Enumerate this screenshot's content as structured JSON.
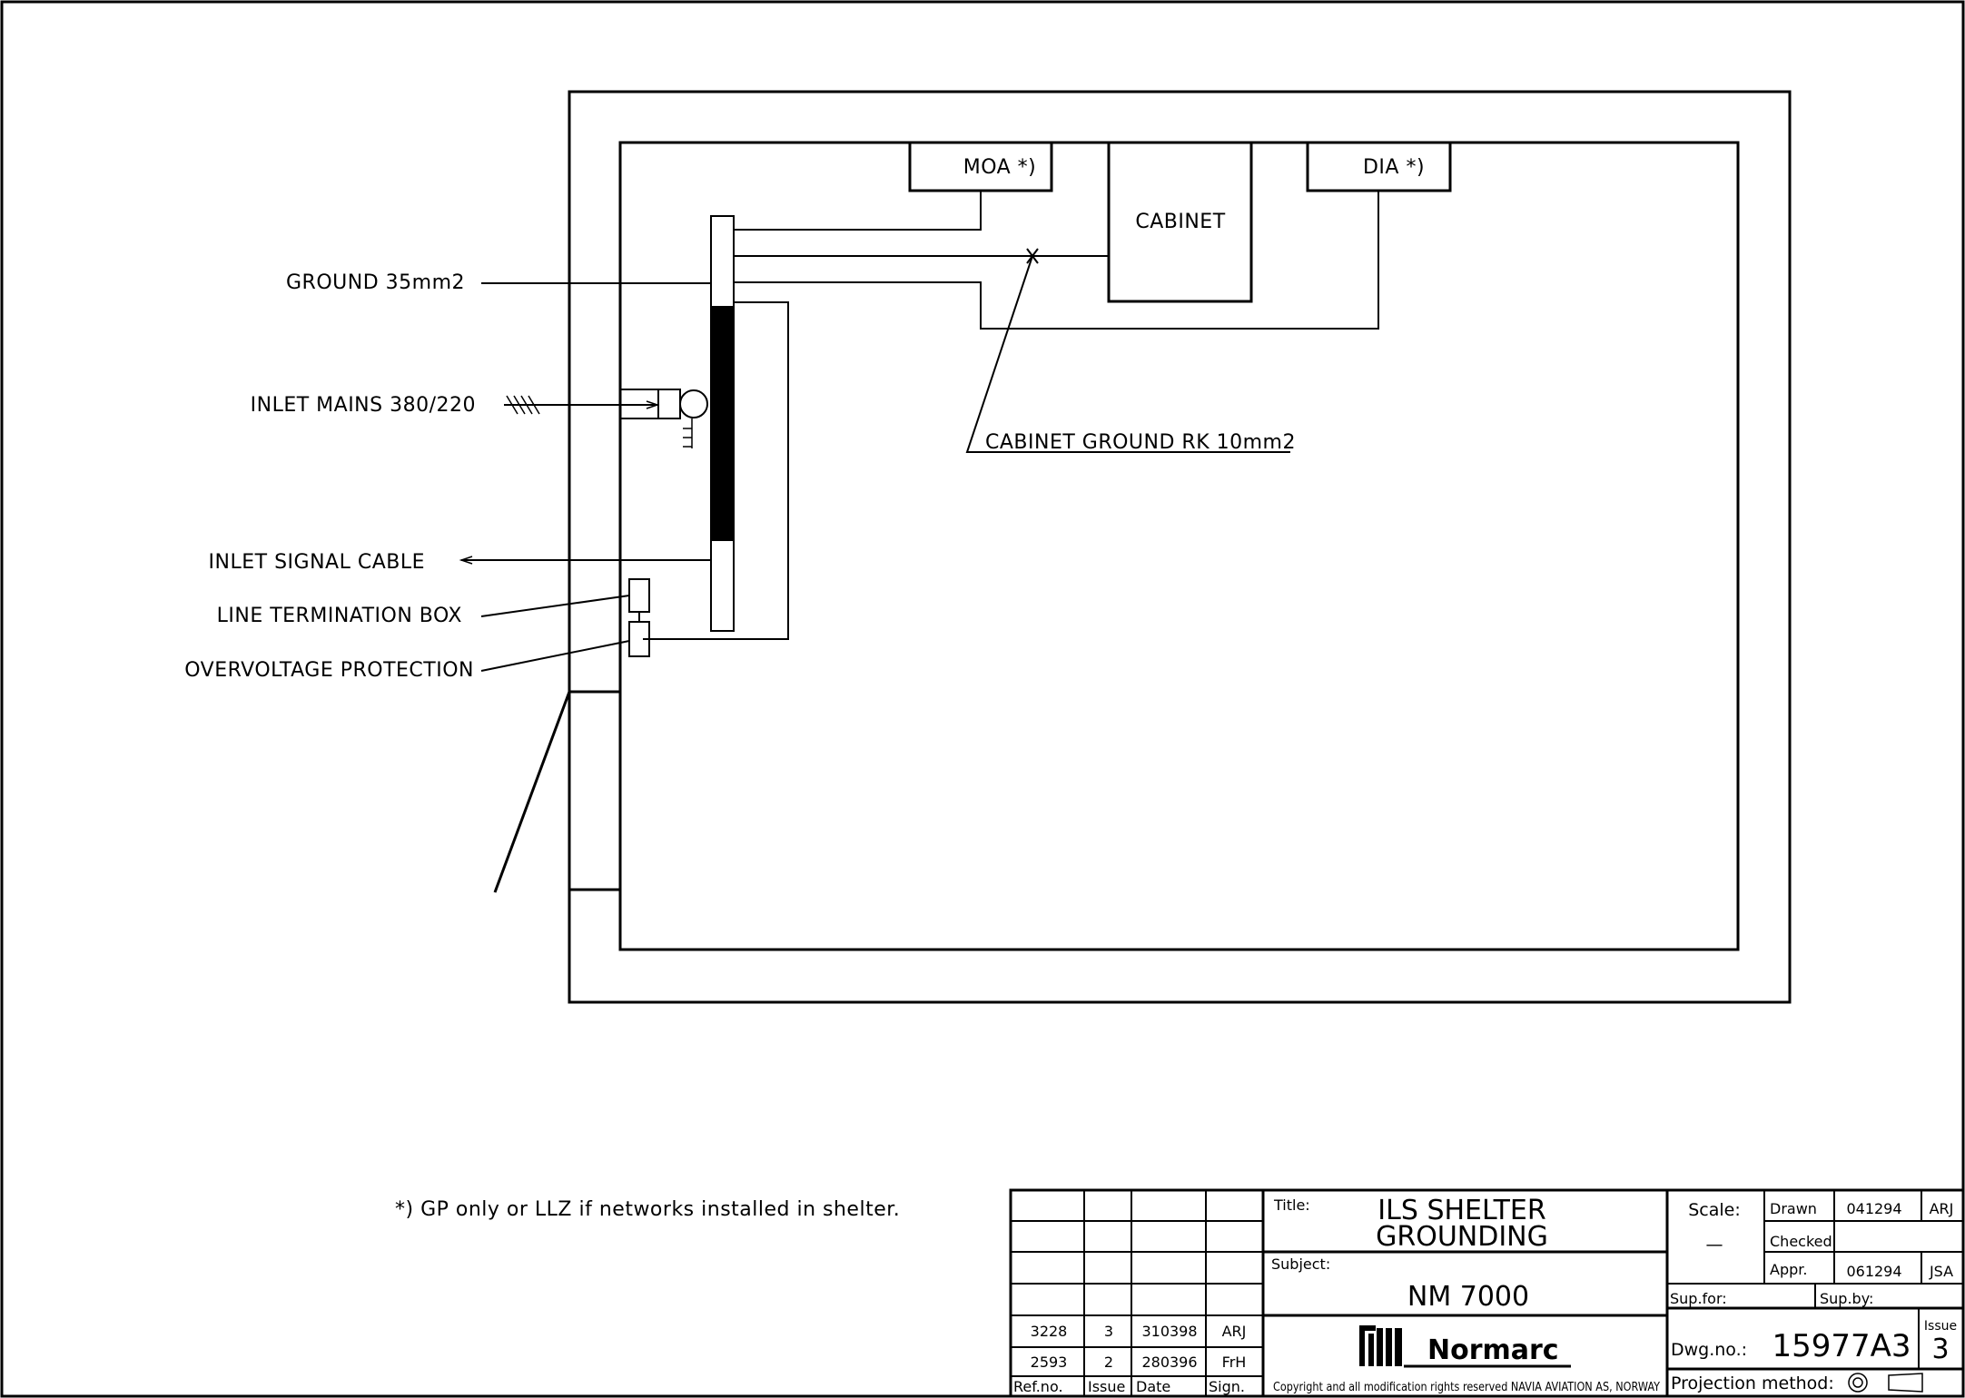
{
  "components": {
    "moa": "MOA *)",
    "dia": "DIA *)",
    "cabinet": "CABINET"
  },
  "callouts": {
    "ground": "GROUND 35mm2",
    "inlet_mains": "INLET MAINS 380/220",
    "cabinet_ground": "CABINET GROUND RK 10mm2",
    "inlet_signal": "INLET SIGNAL CABLE",
    "line_termination": "LINE TERMINATION BOX",
    "overvoltage": "OVERVOLTAGE PROTECTION"
  },
  "footnote": "*) GP only or LLZ if networks installed in shelter.",
  "title_block": {
    "title_label": "Title:",
    "title_line1": "ILS SHELTER",
    "title_line2": "GROUNDING",
    "subject_label": "Subject:",
    "subject": "NM 7000",
    "company": "Normarc",
    "copyright": "Copyright and all modification rights reserved NAVIA AVIATION AS, NORWAY",
    "scale_label": "Scale:",
    "scale_value": "—",
    "drawn_label": "Drawn",
    "drawn_date": "041294",
    "drawn_by": "ARJ",
    "checked_label": "Checked",
    "appr_label": "Appr.",
    "appr_date": "061294",
    "appr_by": "JSA",
    "sup_for_label": "Sup.for:",
    "sup_by_label": "Sup.by:",
    "dwg_label": "Dwg.no.:",
    "dwg_no": "15977A3",
    "issue_label": "Issue",
    "issue_no": "3",
    "projection_label": "Projection method:"
  },
  "revisions": {
    "headers": [
      "Ref.no.",
      "Issue",
      "Date",
      "Sign."
    ],
    "rows": [
      {
        "ref": "3228",
        "issue": "3",
        "date": "310398",
        "sign": "ARJ"
      },
      {
        "ref": "2593",
        "issue": "2",
        "date": "280396",
        "sign": "FrH"
      }
    ]
  }
}
